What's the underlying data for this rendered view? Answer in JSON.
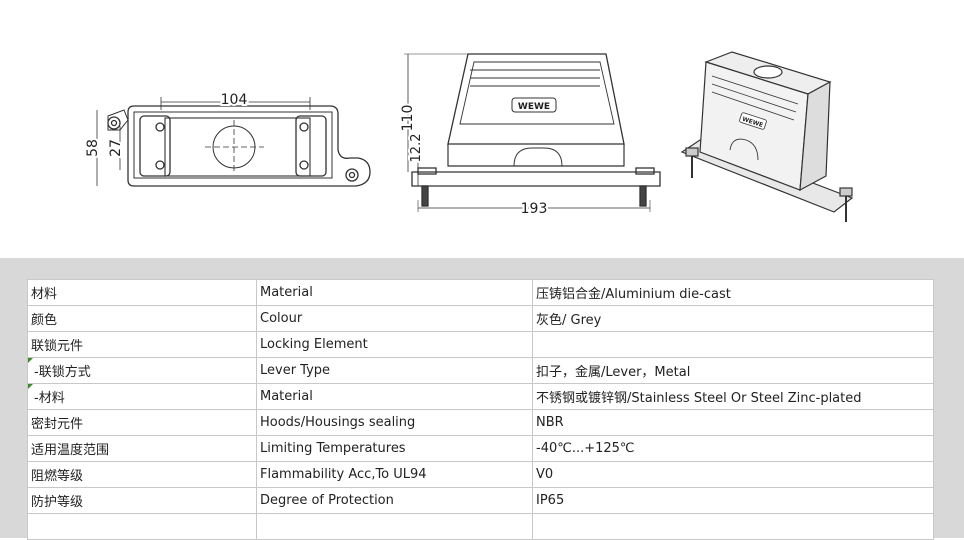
{
  "drawings": {
    "top_view": {
      "dim_width": "104",
      "dim_height": "58",
      "dim_inner": "27"
    },
    "front_view": {
      "dim_height": "110",
      "dim_small": "12.2",
      "dim_width": "193",
      "logo_text": "WEWE"
    },
    "iso_view": {
      "logo_text": "WEWE"
    }
  },
  "table": {
    "rows": [
      {
        "cn": "材料",
        "en": "Material",
        "value": "压铸铝合金/Aluminium die-cast"
      },
      {
        "cn": "颜色",
        "en": "Colour",
        "value": "灰色/ Grey"
      },
      {
        "cn": "联锁元件",
        "en": "Locking Element",
        "value": ""
      },
      {
        "cn": " -联锁方式",
        "en": "Lever Type",
        "value": "扣子，金属/Lever，Metal"
      },
      {
        "cn": " -材料",
        "en": "Material",
        "value": "不锈钢或镀锌钢/Stainless Steel Or Steel Zinc-plated"
      },
      {
        "cn": "密封元件",
        "en": "Hoods/Housings sealing",
        "value": "NBR"
      },
      {
        "cn": "适用温度范围",
        "en": "Limiting Temperatures",
        "value": "-40℃...+125℃"
      },
      {
        "cn": "阻燃等级",
        "en": "Flammability Acc,To UL94",
        "value": "V0"
      },
      {
        "cn": "防护等级",
        "en": "Degree of Protection",
        "value": "IP65"
      }
    ]
  }
}
